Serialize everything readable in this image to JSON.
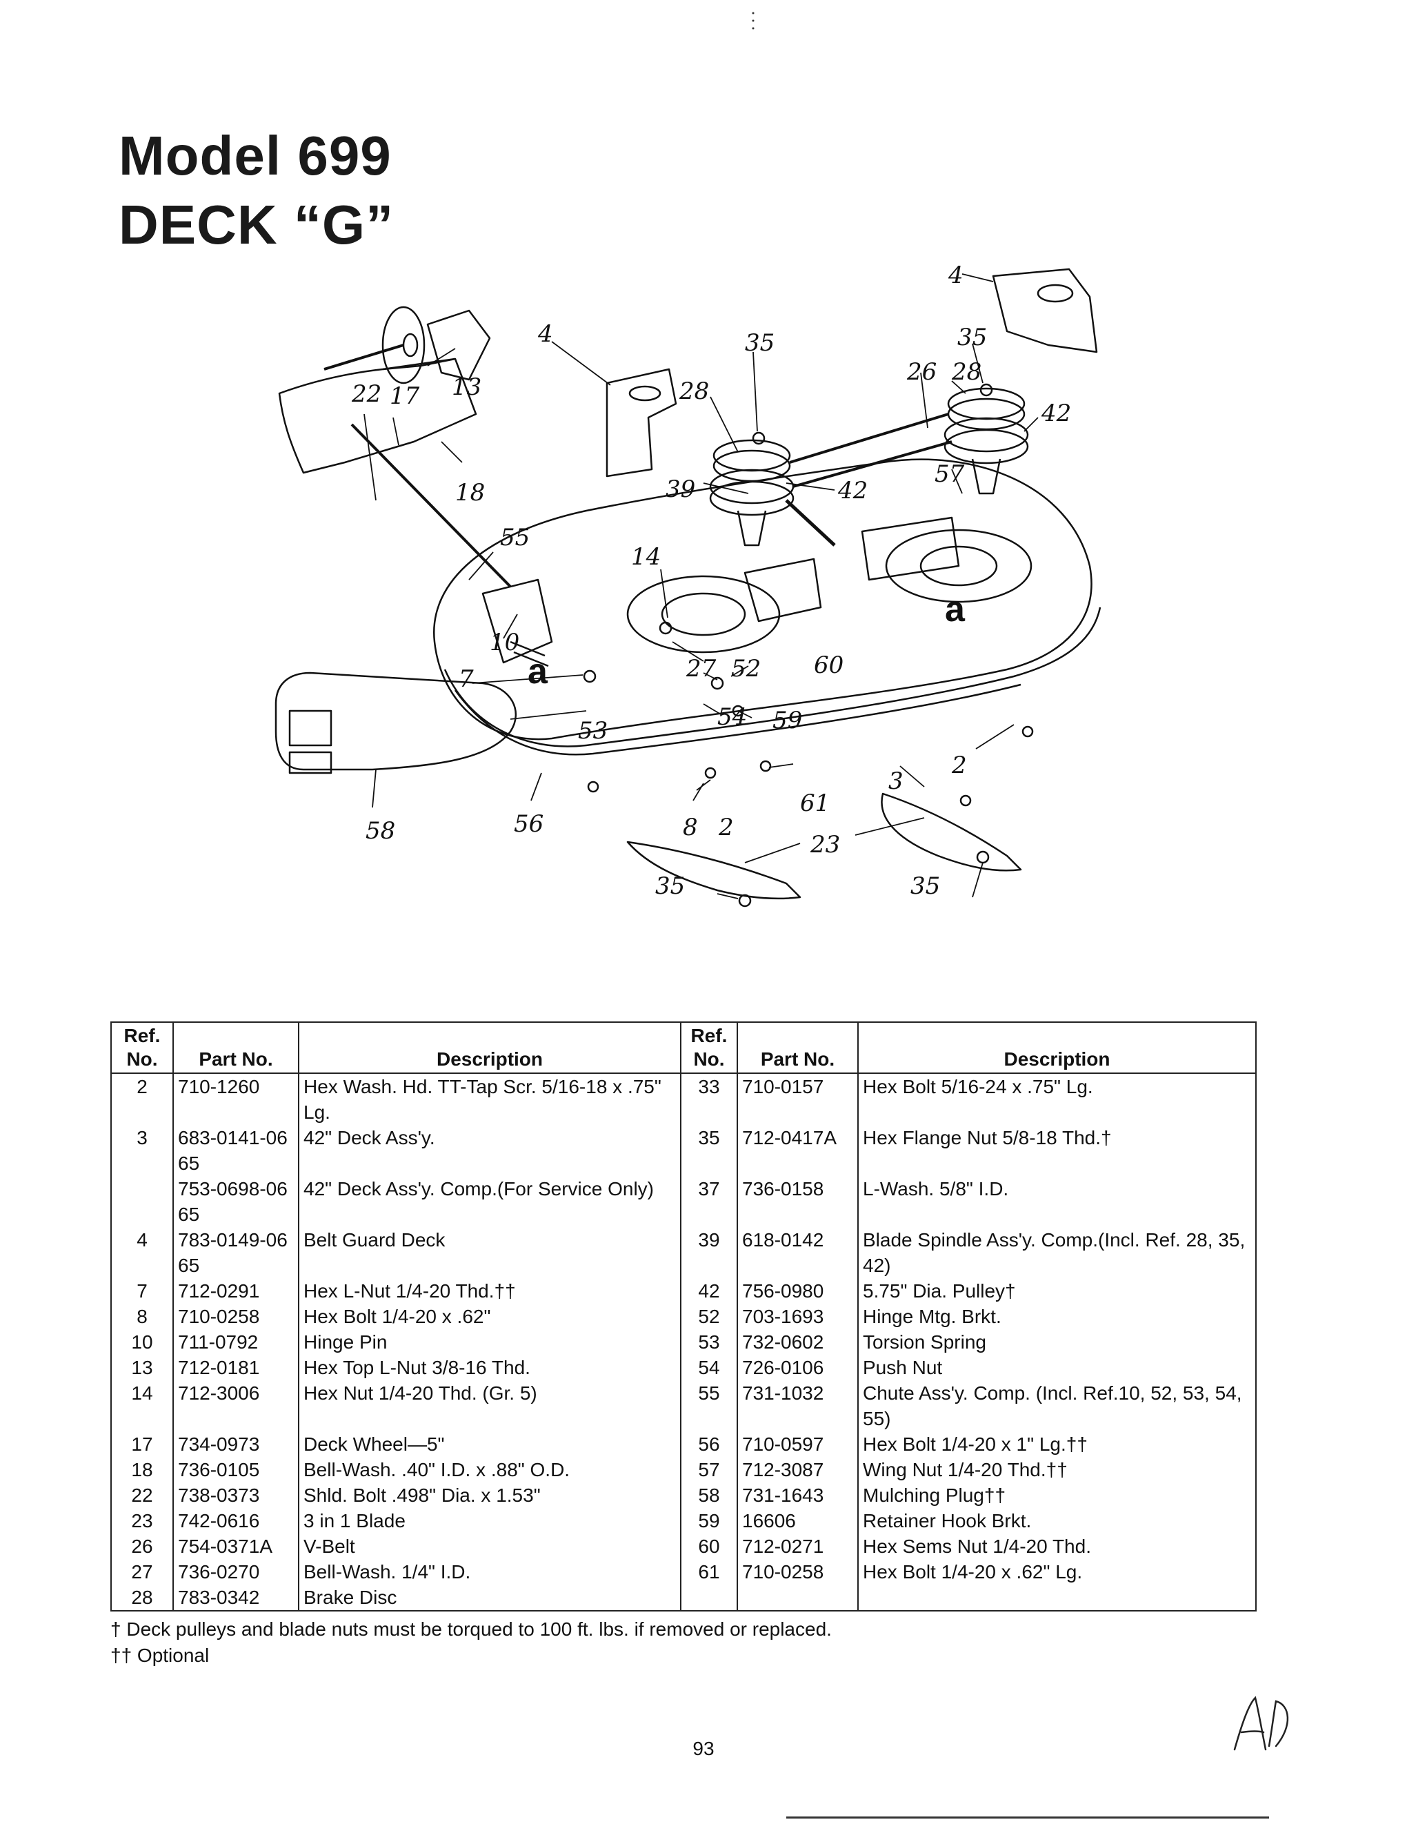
{
  "header": {
    "title_line1": "Model 699",
    "title_line2": "DECK “G”"
  },
  "callouts": [
    "4",
    "4",
    "35",
    "35",
    "28",
    "28",
    "26",
    "42",
    "42",
    "22",
    "17",
    "13",
    "18",
    "39",
    "57",
    "55",
    "14",
    "10",
    "7",
    "a",
    "a",
    "27",
    "52",
    "60",
    "53",
    "54",
    "59",
    "3",
    "2",
    "2",
    "8",
    "61",
    "23",
    "58",
    "56",
    "35",
    "35"
  ],
  "parts_table": {
    "headers": {
      "ref": "Ref. No.",
      "ref_line1": "Ref.",
      "ref_line2": "No.",
      "part": "Part No.",
      "description": "Description"
    },
    "rows": [
      {
        "left": {
          "ref": "2",
          "part": "710-1260",
          "desc": "Hex Wash. Hd. TT-Tap Scr. 5/16-18 x .75\" Lg."
        },
        "right": {
          "ref": "33",
          "part": "710-0157",
          "desc": "Hex Bolt 5/16-24 x .75\" Lg."
        }
      },
      {
        "left": {
          "ref": "3",
          "part": "683-0141-0665",
          "desc": "42\" Deck Ass'y."
        },
        "right": {
          "ref": "35",
          "part": "712-0417A",
          "desc": "Hex Flange Nut 5/8-18 Thd.†"
        }
      },
      {
        "left": {
          "ref": "",
          "part": "753-0698-0665",
          "desc": "42\" Deck Ass'y. Comp.(For Service Only)"
        },
        "right": {
          "ref": "37",
          "part": "736-0158",
          "desc": "L-Wash. 5/8\" I.D."
        }
      },
      {
        "left": {
          "ref": "4",
          "part": "783-0149-0665",
          "desc": "Belt Guard Deck"
        },
        "right": {
          "ref": "39",
          "part": "618-0142",
          "desc": "Blade Spindle Ass'y. Comp.(Incl. Ref. 28, 35, 42)"
        }
      },
      {
        "left": {
          "ref": "7",
          "part": "712-0291",
          "desc": "Hex L-Nut 1/4-20 Thd.††"
        },
        "right": {
          "ref": "42",
          "part": "756-0980",
          "desc": "5.75\" Dia. Pulley†"
        }
      },
      {
        "left": {
          "ref": "8",
          "part": "710-0258",
          "desc": "Hex Bolt 1/4-20 x .62\""
        },
        "right": {
          "ref": "52",
          "part": "703-1693",
          "desc": "Hinge Mtg. Brkt."
        }
      },
      {
        "left": {
          "ref": "10",
          "part": "711-0792",
          "desc": "Hinge Pin"
        },
        "right": {
          "ref": "53",
          "part": "732-0602",
          "desc": "Torsion Spring"
        }
      },
      {
        "left": {
          "ref": "13",
          "part": "712-0181",
          "desc": "Hex Top L-Nut 3/8-16 Thd."
        },
        "right": {
          "ref": "54",
          "part": "726-0106",
          "desc": "Push Nut"
        }
      },
      {
        "left": {
          "ref": "14",
          "part": "712-3006",
          "desc": "Hex Nut 1/4-20 Thd. (Gr. 5)"
        },
        "right": {
          "ref": "55",
          "part": "731-1032",
          "desc": "Chute Ass'y. Comp. (Incl. Ref.10, 52, 53, 54, 55)"
        }
      },
      {
        "left": {
          "ref": "17",
          "part": "734-0973",
          "desc": "Deck Wheel—5\""
        },
        "right": {
          "ref": "56",
          "part": "710-0597",
          "desc": "Hex Bolt 1/4-20 x 1\" Lg.††"
        }
      },
      {
        "left": {
          "ref": "18",
          "part": "736-0105",
          "desc": "Bell-Wash. .40\" I.D. x .88\" O.D."
        },
        "right": {
          "ref": "57",
          "part": "712-3087",
          "desc": "Wing Nut 1/4-20 Thd.††"
        }
      },
      {
        "left": {
          "ref": "22",
          "part": "738-0373",
          "desc": "Shld. Bolt .498\" Dia. x 1.53\""
        },
        "right": {
          "ref": "58",
          "part": "731-1643",
          "desc": "Mulching Plug††"
        }
      },
      {
        "left": {
          "ref": "23",
          "part": "742-0616",
          "desc": "3 in 1 Blade"
        },
        "right": {
          "ref": "59",
          "part": "16606",
          "desc": "Retainer Hook Brkt."
        }
      },
      {
        "left": {
          "ref": "26",
          "part": "754-0371A",
          "desc": "V-Belt"
        },
        "right": {
          "ref": "60",
          "part": "712-0271",
          "desc": "Hex Sems Nut 1/4-20 Thd."
        }
      },
      {
        "left": {
          "ref": "27",
          "part": "736-0270",
          "desc": "Bell-Wash. 1/4\" I.D."
        },
        "right": {
          "ref": "61",
          "part": "710-0258",
          "desc": "Hex Bolt 1/4-20 x .62\" Lg."
        }
      },
      {
        "left": {
          "ref": "28",
          "part": "783-0342",
          "desc": "Brake Disc"
        },
        "right": {
          "ref": "",
          "part": "",
          "desc": ""
        }
      }
    ]
  },
  "notes": {
    "single_dagger": "† Deck pulleys and blade nuts must be torqued to 100 ft. lbs. if removed or replaced.",
    "double_dagger": "†† Optional"
  },
  "footer": {
    "page_number": "93"
  }
}
